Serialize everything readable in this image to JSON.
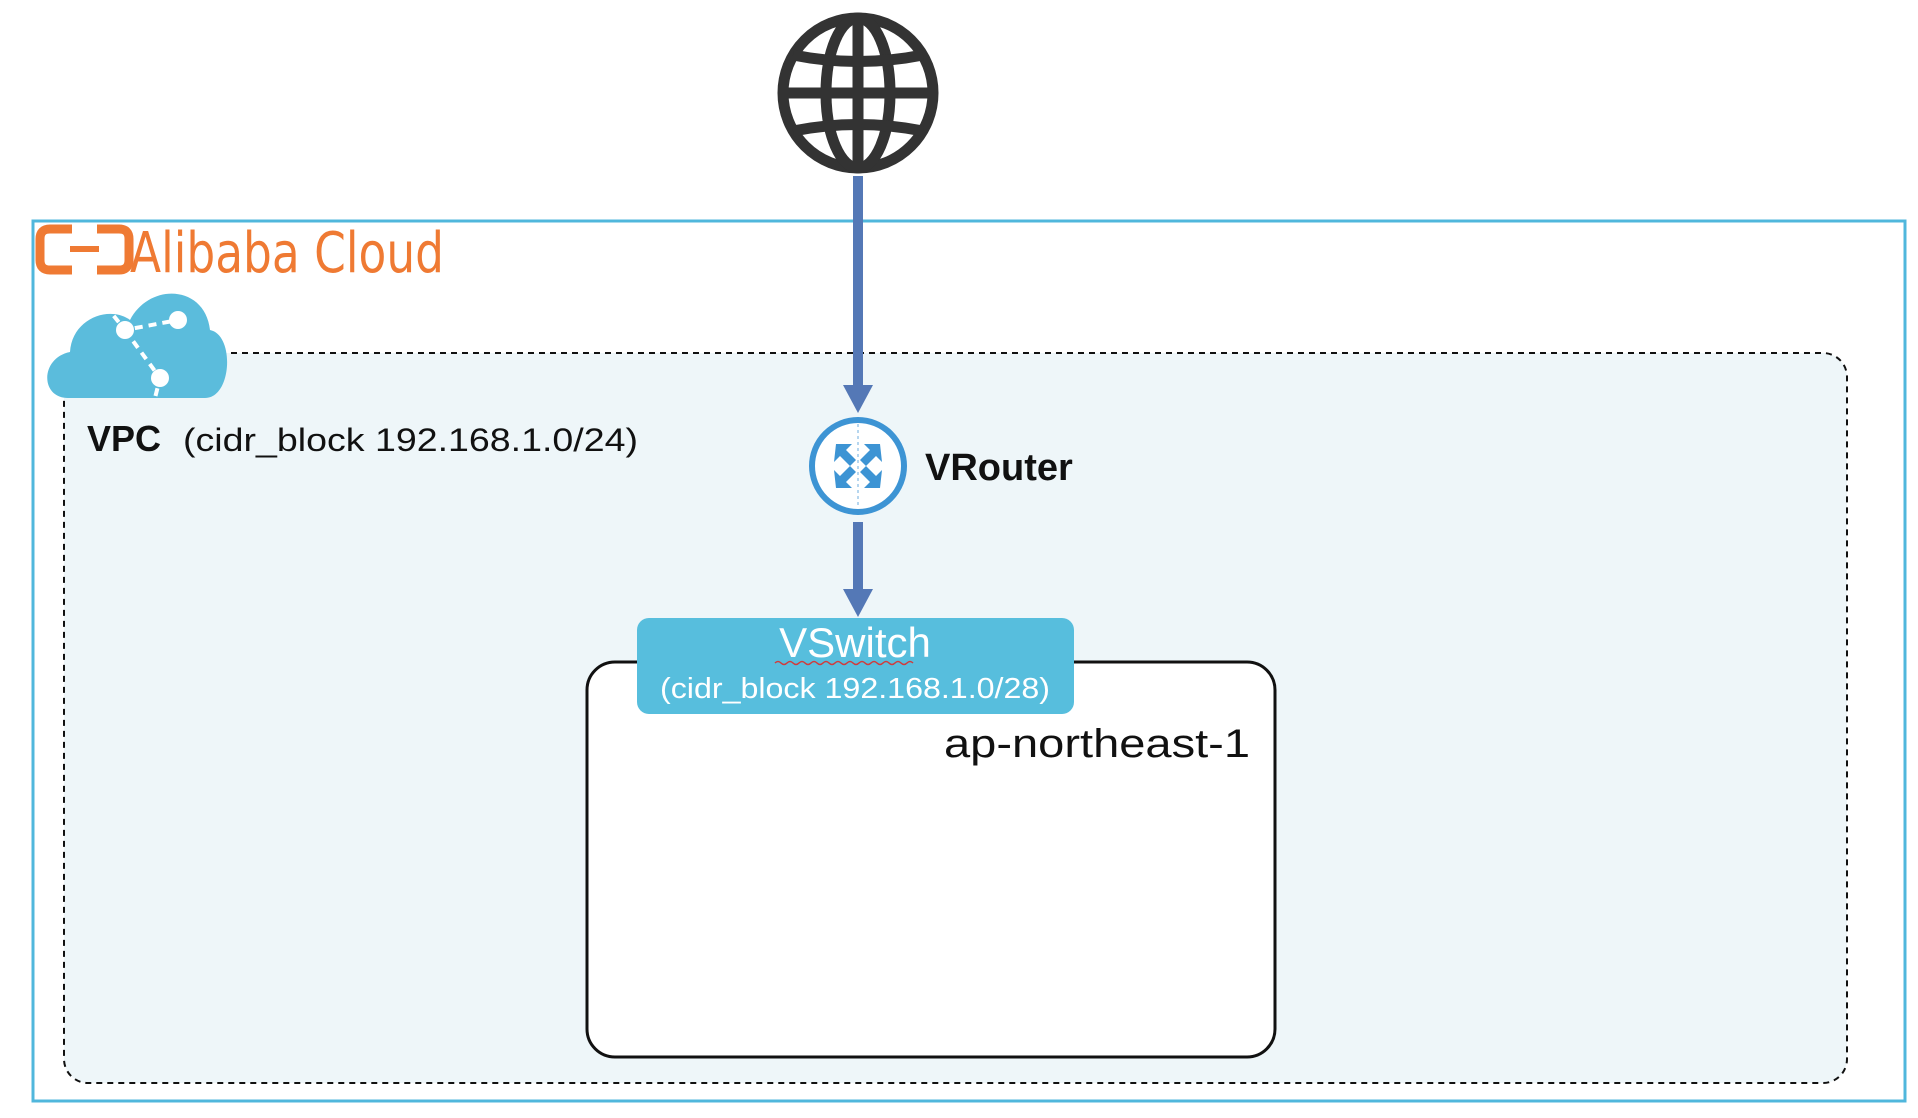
{
  "provider": {
    "brand_name": "Alibaba Cloud",
    "logo_icon": "alibaba-cloud-logo-icon",
    "brand_color": "#ef7a33"
  },
  "internet": {
    "icon": "globe-icon",
    "color": "#333333"
  },
  "vpc": {
    "label": "VPC",
    "cidr_text": "(cidr_block 192.168.1.0/24)",
    "icon": "vpc-cloud-icon",
    "icon_color": "#5bbcdc",
    "fill_color": "#eef6f9"
  },
  "vrouter": {
    "label": "VRouter",
    "icon": "router-icon",
    "icon_color": "#3d94d4"
  },
  "vswitch": {
    "title": "VSwitch",
    "cidr_text": "(cidr_block 192.168.1.0/28)",
    "color": "#57bedd"
  },
  "zone": {
    "label": "ap-northeast-1"
  },
  "colors": {
    "outer_border": "#50b7dc",
    "arrow": "#5478b6"
  }
}
